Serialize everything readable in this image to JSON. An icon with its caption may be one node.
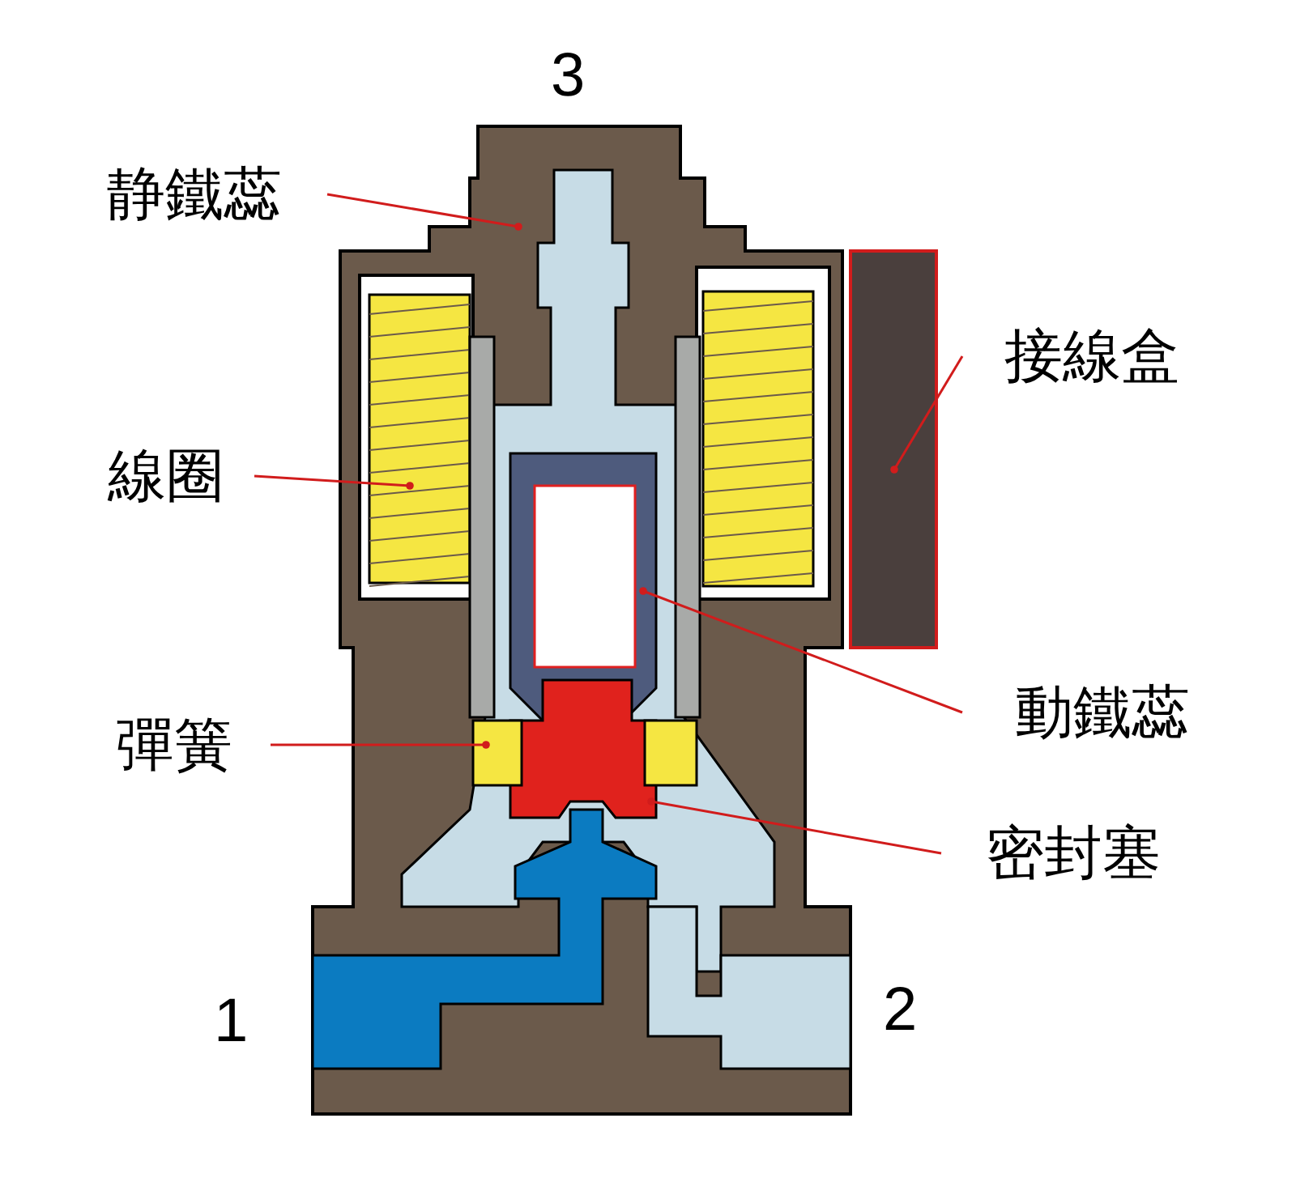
{
  "diagram": {
    "nodes": [
      {
        "text": [
          "静鐵蕊"
        ]
      },
      {
        "text": [
          "線圈"
        ]
      },
      {
        "text": [
          "彈簧"
        ]
      },
      {
        "text": [
          "接線盒"
        ]
      },
      {
        "text": [
          "動鐵蕊"
        ]
      },
      {
        "text": [
          "密封塞"
        ]
      }
    ],
    "edges": [
      {
        "from": 0,
        "to": null,
        "arrow": "other"
      },
      {
        "from": 1,
        "to": null,
        "arrow": "other"
      },
      {
        "from": 2,
        "to": null,
        "arrow": "other"
      },
      {
        "from": 3,
        "to": null,
        "arrow": "other"
      },
      {
        "from": 4,
        "to": null,
        "arrow": "other"
      },
      {
        "from": 5,
        "to": null,
        "arrow": "other"
      }
    ],
    "labels": [
      "3",
      "1",
      "2"
    ]
  }
}
